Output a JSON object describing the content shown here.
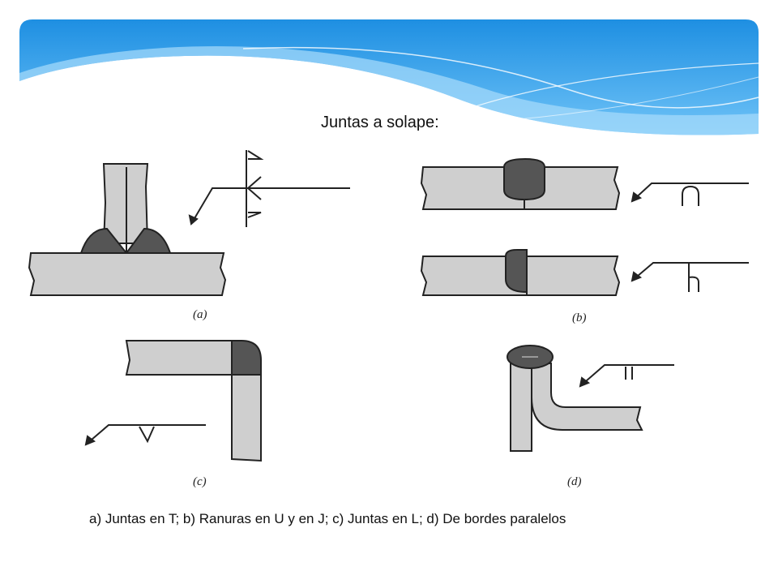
{
  "title": "Juntas a solape:",
  "caption": "a) Juntas en T; b) Ranuras en U y en J; c) Juntas en L; d) De bordes paralelos",
  "panels": {
    "a": "(a)",
    "b": "(b)",
    "c": "(c)",
    "d": "(d)"
  },
  "colors": {
    "banner_top": "#1f93e6",
    "banner_light": "#8fd0fb",
    "plate_fill": "#cfcfcf",
    "weld_fill": "#555555",
    "outline": "#222222"
  }
}
